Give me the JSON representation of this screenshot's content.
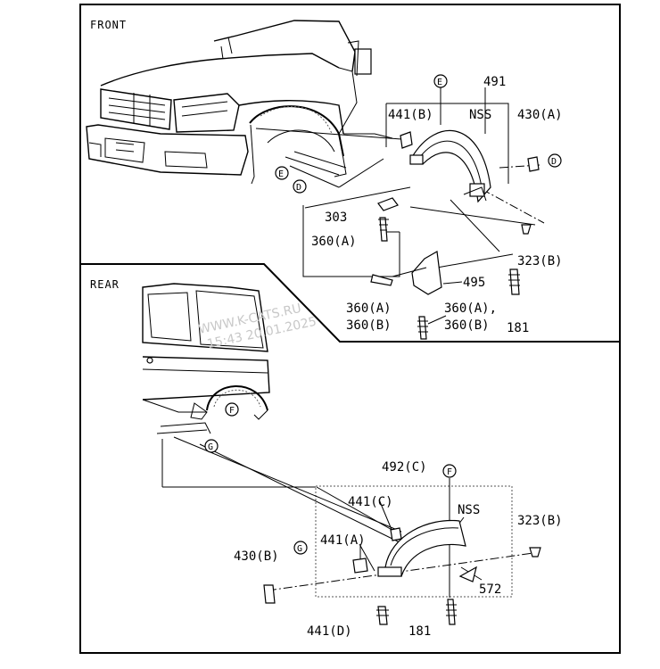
{
  "sections": {
    "front": "FRONT",
    "rear": "REAR"
  },
  "watermark": {
    "line1": "WWW.K-CATS.RU",
    "line2": "15:43 20.01.2025"
  },
  "front_labels": {
    "p491": "491",
    "p441b": "441(B)",
    "nss": "NSS",
    "p430a": "430(A)",
    "p303": "303",
    "p360a_1": "360(A)",
    "p323b": "323(B)",
    "p495": "495",
    "p360a_2": "360(A)",
    "p360b_2": "360(B)",
    "p360a_3": "360(A),",
    "p360b_3": "360(B)",
    "p181": "181"
  },
  "rear_labels": {
    "p492c": "492(C)",
    "p441c": "441(C)",
    "nss": "NSS",
    "p323b": "323(B)",
    "p441a": "441(A)",
    "p430b": "430(B)",
    "p572": "572",
    "p441d": "441(D)",
    "p181": "181"
  },
  "markers": {
    "d": "D",
    "e": "E",
    "f": "F",
    "g": "G"
  }
}
